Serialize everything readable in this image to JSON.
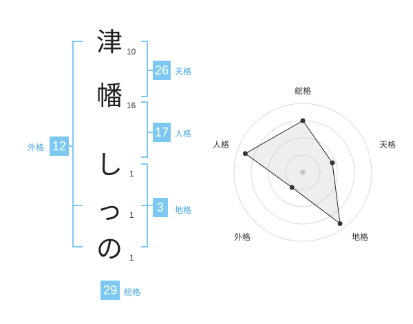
{
  "name_chars": [
    {
      "char": "津",
      "strokes": "10"
    },
    {
      "char": "幡",
      "strokes": "16"
    },
    {
      "char": "し",
      "strokes": "1"
    },
    {
      "char": "っ",
      "strokes": "1"
    },
    {
      "char": "の",
      "strokes": "1"
    }
  ],
  "fortunes": {
    "tenkaku": {
      "value": "26",
      "label": "天格"
    },
    "jinkaku": {
      "value": "17",
      "label": "人格"
    },
    "chikaku": {
      "value": "3",
      "label": "地格"
    },
    "gaikaku": {
      "value": "12",
      "label": "外格"
    },
    "soukaku": {
      "value": "29",
      "label": "総格"
    }
  },
  "radar": {
    "axes": [
      "総格",
      "天格",
      "地格",
      "外格",
      "人格"
    ],
    "levels": 4,
    "values": [
      0.75,
      0.45,
      0.92,
      0.27,
      0.88
    ]
  },
  "colors": {
    "accent": "#7dc8f0",
    "label": "#4aa6e0",
    "bracket": "#7dc8f0"
  }
}
